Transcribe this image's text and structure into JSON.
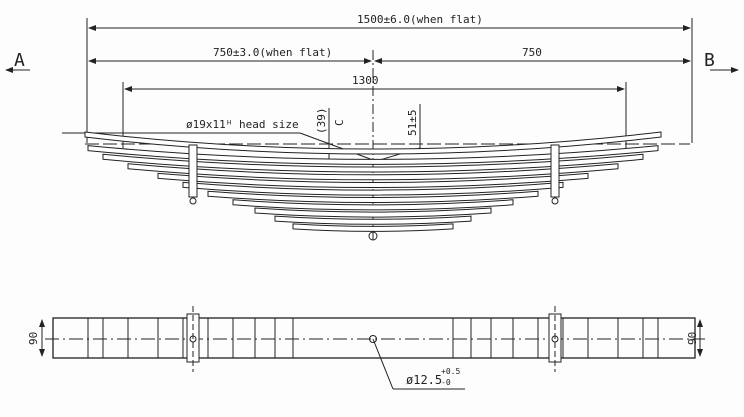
{
  "views": {
    "label_a": "A",
    "label_b": "B"
  },
  "dimensions": {
    "overall_length": "1500±6.0(when flat)",
    "half_length_left": "750±3.0(when flat)",
    "half_length_right": "750",
    "clamp_span": "1300",
    "eye_size": "ø19x11ᴴ head size",
    "camber_ref": "(39)",
    "camber_c": "C",
    "camber_loaded": "51±5",
    "width_left": "90",
    "width_right": "90",
    "center_bolt": "ø12.5",
    "center_bolt_tol_upper": "+0.5",
    "center_bolt_tol_lower": "-0"
  },
  "leaf_count": 11,
  "line_color": "#222222"
}
